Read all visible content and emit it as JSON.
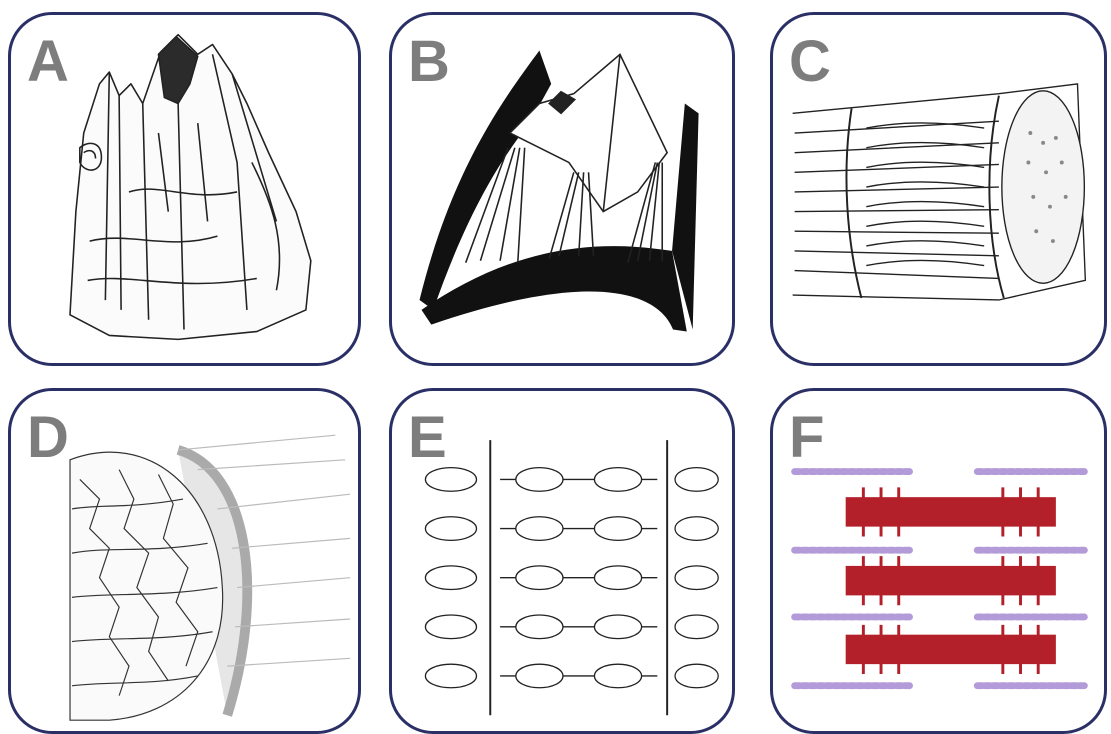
{
  "panels": [
    {
      "letter": "A",
      "illustration": "whole-muscle-sketch"
    },
    {
      "letter": "B",
      "illustration": "muscle-attachment-sketch"
    },
    {
      "letter": "C",
      "illustration": "muscle-fascicle-sketch"
    },
    {
      "letter": "D",
      "illustration": "muscle-fiber-sketch"
    },
    {
      "letter": "E",
      "illustration": "myofibril-sketch"
    },
    {
      "letter": "F",
      "illustration": "sarcomere-filaments"
    }
  ],
  "colors": {
    "border": "#2a2f66",
    "letter": "#7d7d7d",
    "thick_filament": "#b3202a",
    "thin_filament": "#b39ad8"
  }
}
